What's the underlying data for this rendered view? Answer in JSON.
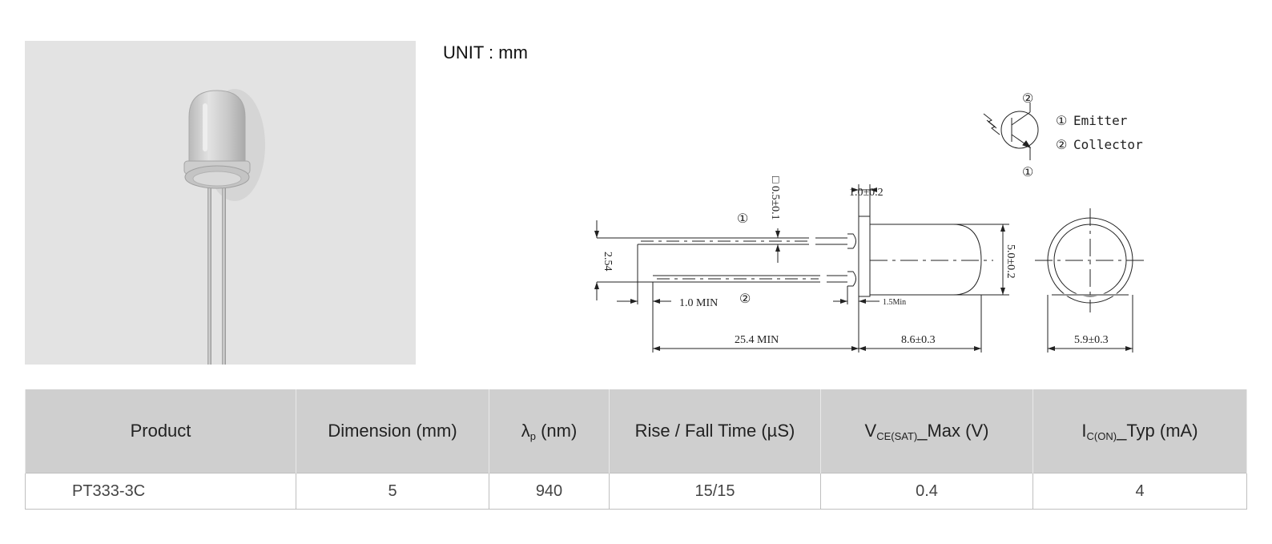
{
  "unit_label": "UNIT : mm",
  "drawing": {
    "symbol": {
      "pin1_marker": "①",
      "pin2_marker": "②",
      "emitter_label": "Emitter",
      "collector_label": "Collector"
    },
    "dimensions": {
      "lead_square": "□ 0.5±0.1",
      "flange": "1.0±0.2",
      "pitch": "2.54",
      "lead_min": "1.0 MIN",
      "lead_length": "25.4 MIN",
      "flange_min": "1.5Min",
      "body_length": "8.6±0.3",
      "body_diameter": "5.0±0.2",
      "flange_diameter": "5.9±0.3"
    }
  },
  "table": {
    "headers": {
      "product": "Product",
      "dimension": "Dimension (mm)",
      "wavelength_sym": "λ",
      "wavelength_sub": "p",
      "wavelength_rest": " (nm)",
      "rise_fall": "Rise / Fall Time (µS)",
      "vce_sym": "V",
      "vce_sub": "CE(SAT)",
      "vce_rest": "_Max (V)",
      "ic_sym": "I",
      "ic_sub": "C(ON)",
      "ic_rest": "_Typ (mA)"
    },
    "rows": [
      {
        "product": "PT333-3C",
        "dimension": "5",
        "wavelength": "940",
        "rise_fall": "15/15",
        "vce": "0.4",
        "ic": "4"
      }
    ]
  }
}
